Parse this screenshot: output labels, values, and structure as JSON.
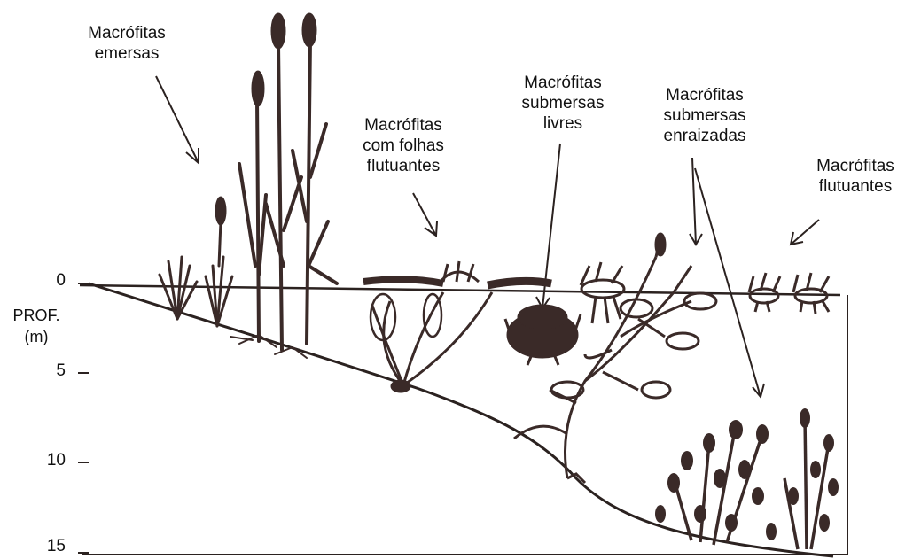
{
  "labels": {
    "emersas": [
      "Macrófitas",
      "emersas"
    ],
    "folhas_flutuantes": [
      "Macrófitas",
      "com folhas",
      "flutuantes"
    ],
    "submersas_livres": [
      "Macrófitas",
      "submersas",
      "livres"
    ],
    "submersas_enraizadas": [
      "Macrófitas",
      "submersas",
      "enraizadas"
    ],
    "flutuantes": [
      "Macrófitas",
      "flutuantes"
    ]
  },
  "axis": {
    "title_line1": "PROF.",
    "title_line2": "(m)",
    "ticks": [
      "0",
      "5",
      "10",
      "15"
    ]
  },
  "colors": {
    "plant": "#3a2a28",
    "line": "#2b2220"
  }
}
